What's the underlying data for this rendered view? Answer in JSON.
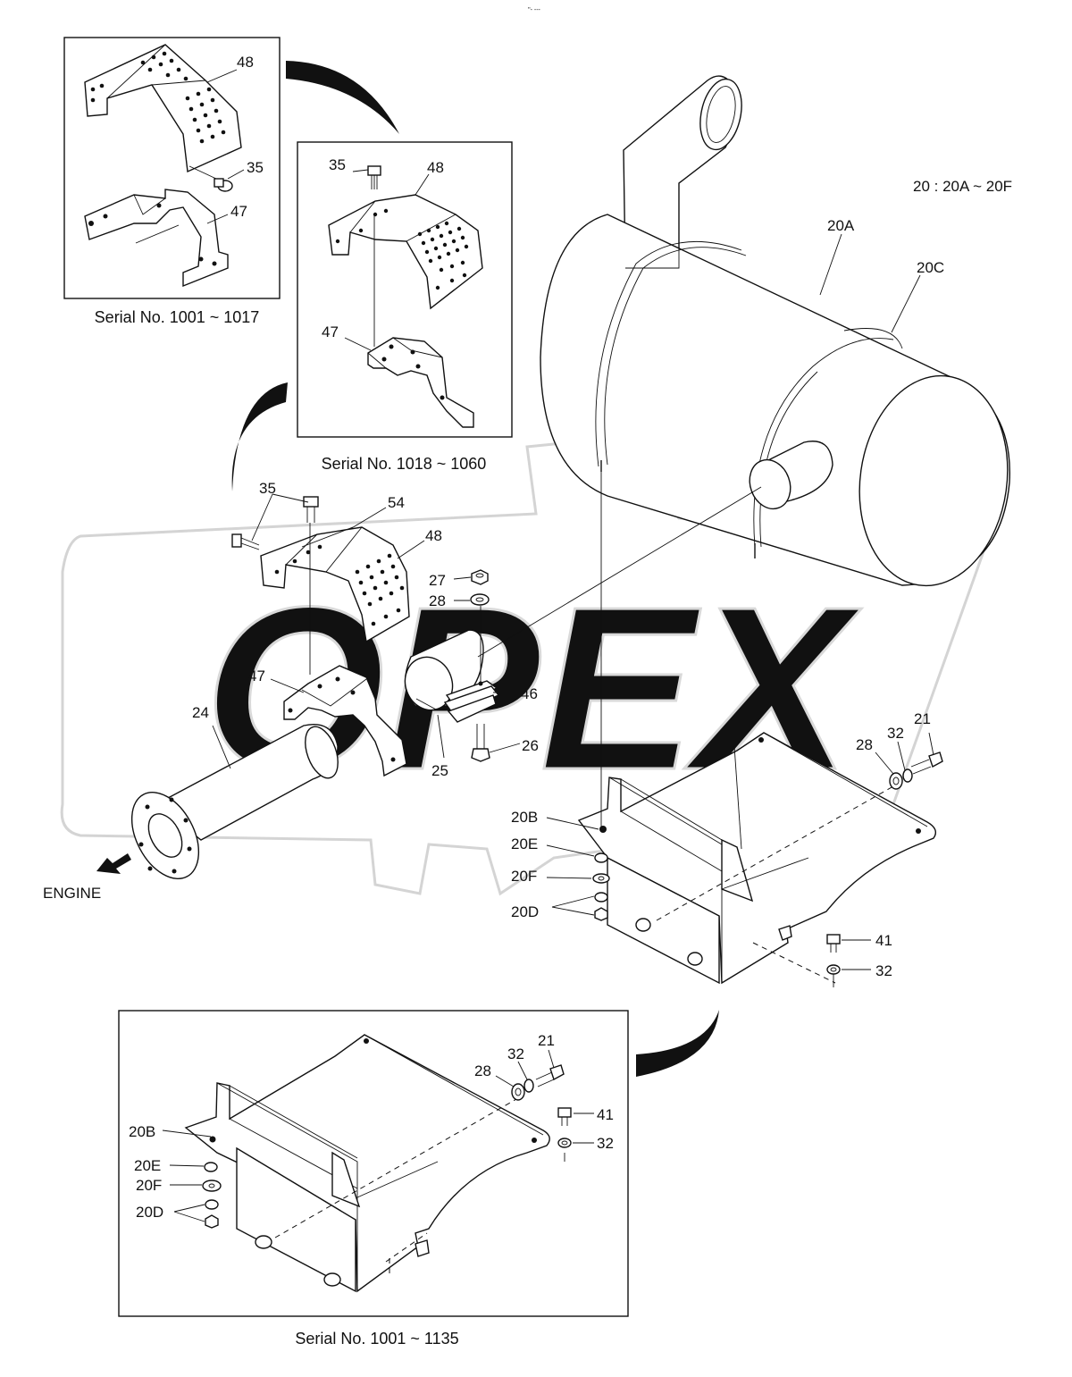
{
  "header": {
    "tiny_mark": "\"- ---"
  },
  "ranges": {
    "main": "20 : 20A ~ 20F"
  },
  "captions": {
    "top_left": "Serial No. 1001 ~ 1017",
    "top_mid": "Serial No. 1018 ~ 1060",
    "bottom": "Serial No. 1001 ~ 1135"
  },
  "direction": {
    "engine": "ENGINE"
  },
  "watermark": "OPEX",
  "callouts": {
    "tl_48": "48",
    "tl_35": "35",
    "tl_47": "47",
    "tm_35": "35",
    "tm_48": "48",
    "tm_47": "47",
    "m_35": "35",
    "m_54": "54",
    "m_48": "48",
    "m_27": "27",
    "m_28": "28",
    "m_47": "47",
    "m_46": "46",
    "m_24": "24",
    "m_26": "26",
    "m_25": "25",
    "m_20A": "20A",
    "m_20C": "20C",
    "m_28b": "28",
    "m_32": "32",
    "m_21": "21",
    "m_20B": "20B",
    "m_20E": "20E",
    "m_20F": "20F",
    "m_20D": "20D",
    "m_41": "41",
    "m_32b": "32",
    "b_21": "21",
    "b_32": "32",
    "b_28": "28",
    "b_41": "41",
    "b_32b": "32",
    "b_20B": "20B",
    "b_20E": "20E",
    "b_20F": "20F",
    "b_20D": "20D"
  }
}
